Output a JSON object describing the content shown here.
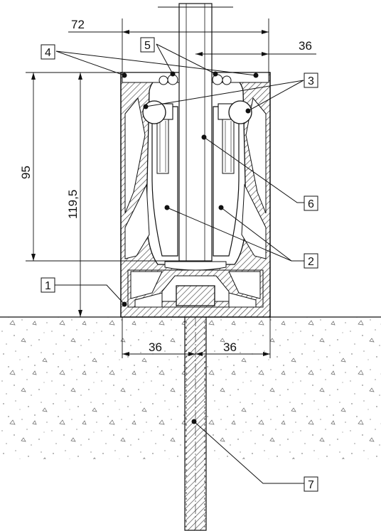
{
  "dimensions": {
    "top_width": "72",
    "top_right": "36",
    "height_inner": "95",
    "height_total": "119,5",
    "bottom_left": "36",
    "bottom_right": "36"
  },
  "callouts": {
    "c1": "1",
    "c2": "2",
    "c3": "3",
    "c4": "4",
    "c5": "5",
    "c6": "6",
    "c7": "7"
  }
}
